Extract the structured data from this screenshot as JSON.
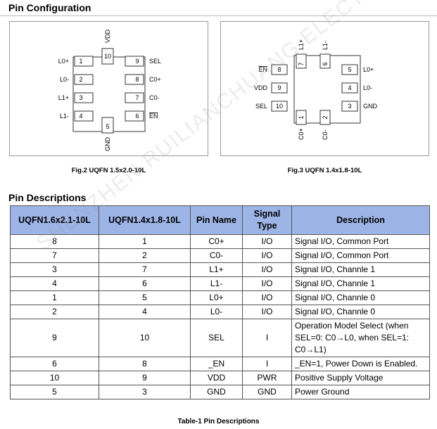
{
  "headings": {
    "pin_config": "Pin Configuration",
    "pin_desc": "Pin Descriptions"
  },
  "fig2": {
    "caption": "Fig.2 UQFN 1.5x2.0-10L",
    "top": {
      "num": "10",
      "label": "VDD"
    },
    "bottom": {
      "num": "5",
      "label": "GND"
    },
    "left": [
      {
        "num": "1",
        "label": "L0+"
      },
      {
        "num": "2",
        "label": "L0-"
      },
      {
        "num": "3",
        "label": "L1+"
      },
      {
        "num": "4",
        "label": "L1-"
      }
    ],
    "right": [
      {
        "num": "9",
        "label": "SEL"
      },
      {
        "num": "8",
        "label": "C0+"
      },
      {
        "num": "7",
        "label": "C0-"
      },
      {
        "num": "6",
        "label": "EN"
      }
    ]
  },
  "fig3": {
    "caption": "Fig.3 UQFN 1.4x1.8-10L",
    "top": [
      {
        "num": "7",
        "label": "L1+"
      },
      {
        "num": "6",
        "label": "L1-"
      }
    ],
    "bottom": [
      {
        "num": "1",
        "label": "C0+"
      },
      {
        "num": "2",
        "label": "C0-"
      }
    ],
    "left": [
      {
        "num": "8",
        "label": "EN"
      },
      {
        "num": "9",
        "label": "VDD"
      },
      {
        "num": "10",
        "label": "SEL"
      }
    ],
    "right": [
      {
        "num": "5",
        "label": "L0+"
      },
      {
        "num": "4",
        "label": "L0-"
      },
      {
        "num": "3",
        "label": "GND"
      }
    ]
  },
  "table": {
    "headers": [
      "UQFN1.6x2.1-10L",
      "UQFN1.4x1.8-10L",
      "Pin Name",
      "Signal Type",
      "Description"
    ],
    "rows": [
      [
        "8",
        "1",
        "C0+",
        "I/O",
        "Signal I/O, Common Port"
      ],
      [
        "7",
        "2",
        "C0-",
        "I/O",
        "Signal I/O, Common Port"
      ],
      [
        "3",
        "7",
        "L1+",
        "I/O",
        "Signal I/O, Channle 1"
      ],
      [
        "4",
        "6",
        "L1-",
        "I/O",
        "Signal I/O, Channle 1"
      ],
      [
        "1",
        "5",
        "L0+",
        "I/O",
        "Signal I/O, Channle 0"
      ],
      [
        "2",
        "4",
        "L0-",
        "I/O",
        "Signal I/O, Channle 0"
      ],
      [
        "9",
        "10",
        "SEL",
        "I",
        "Operation Model Select (when SEL=0: C0→L0,  when SEL=1: C0→L1)"
      ],
      [
        "6",
        "8",
        "_EN",
        "I",
        "_EN=1, Power Down is Enabled."
      ],
      [
        "10",
        "9",
        "VDD",
        "PWR",
        "Positive Supply Voltage"
      ],
      [
        "5",
        "3",
        "GND",
        "GND",
        "Power Ground"
      ]
    ],
    "caption": "Table-1 Pin Descriptions"
  },
  "watermark": "SHENZHEN RUILIANCHUANG ELECTRONIC CO.,LTD 深圳市睿联创电子"
}
